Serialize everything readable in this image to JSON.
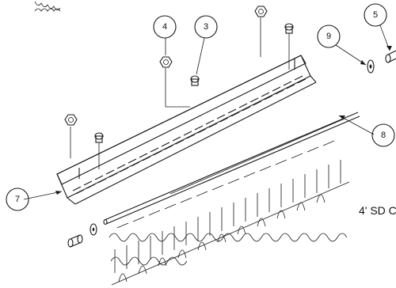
{
  "callouts": [
    {
      "id": "callout-3",
      "label": "3"
    },
    {
      "id": "callout-4",
      "label": "4"
    },
    {
      "id": "callout-5",
      "label": "5"
    },
    {
      "id": "callout-7",
      "label": "7"
    },
    {
      "id": "callout-8",
      "label": "8"
    },
    {
      "id": "callout-9",
      "label": "9"
    }
  ],
  "caption": "4' SD C"
}
